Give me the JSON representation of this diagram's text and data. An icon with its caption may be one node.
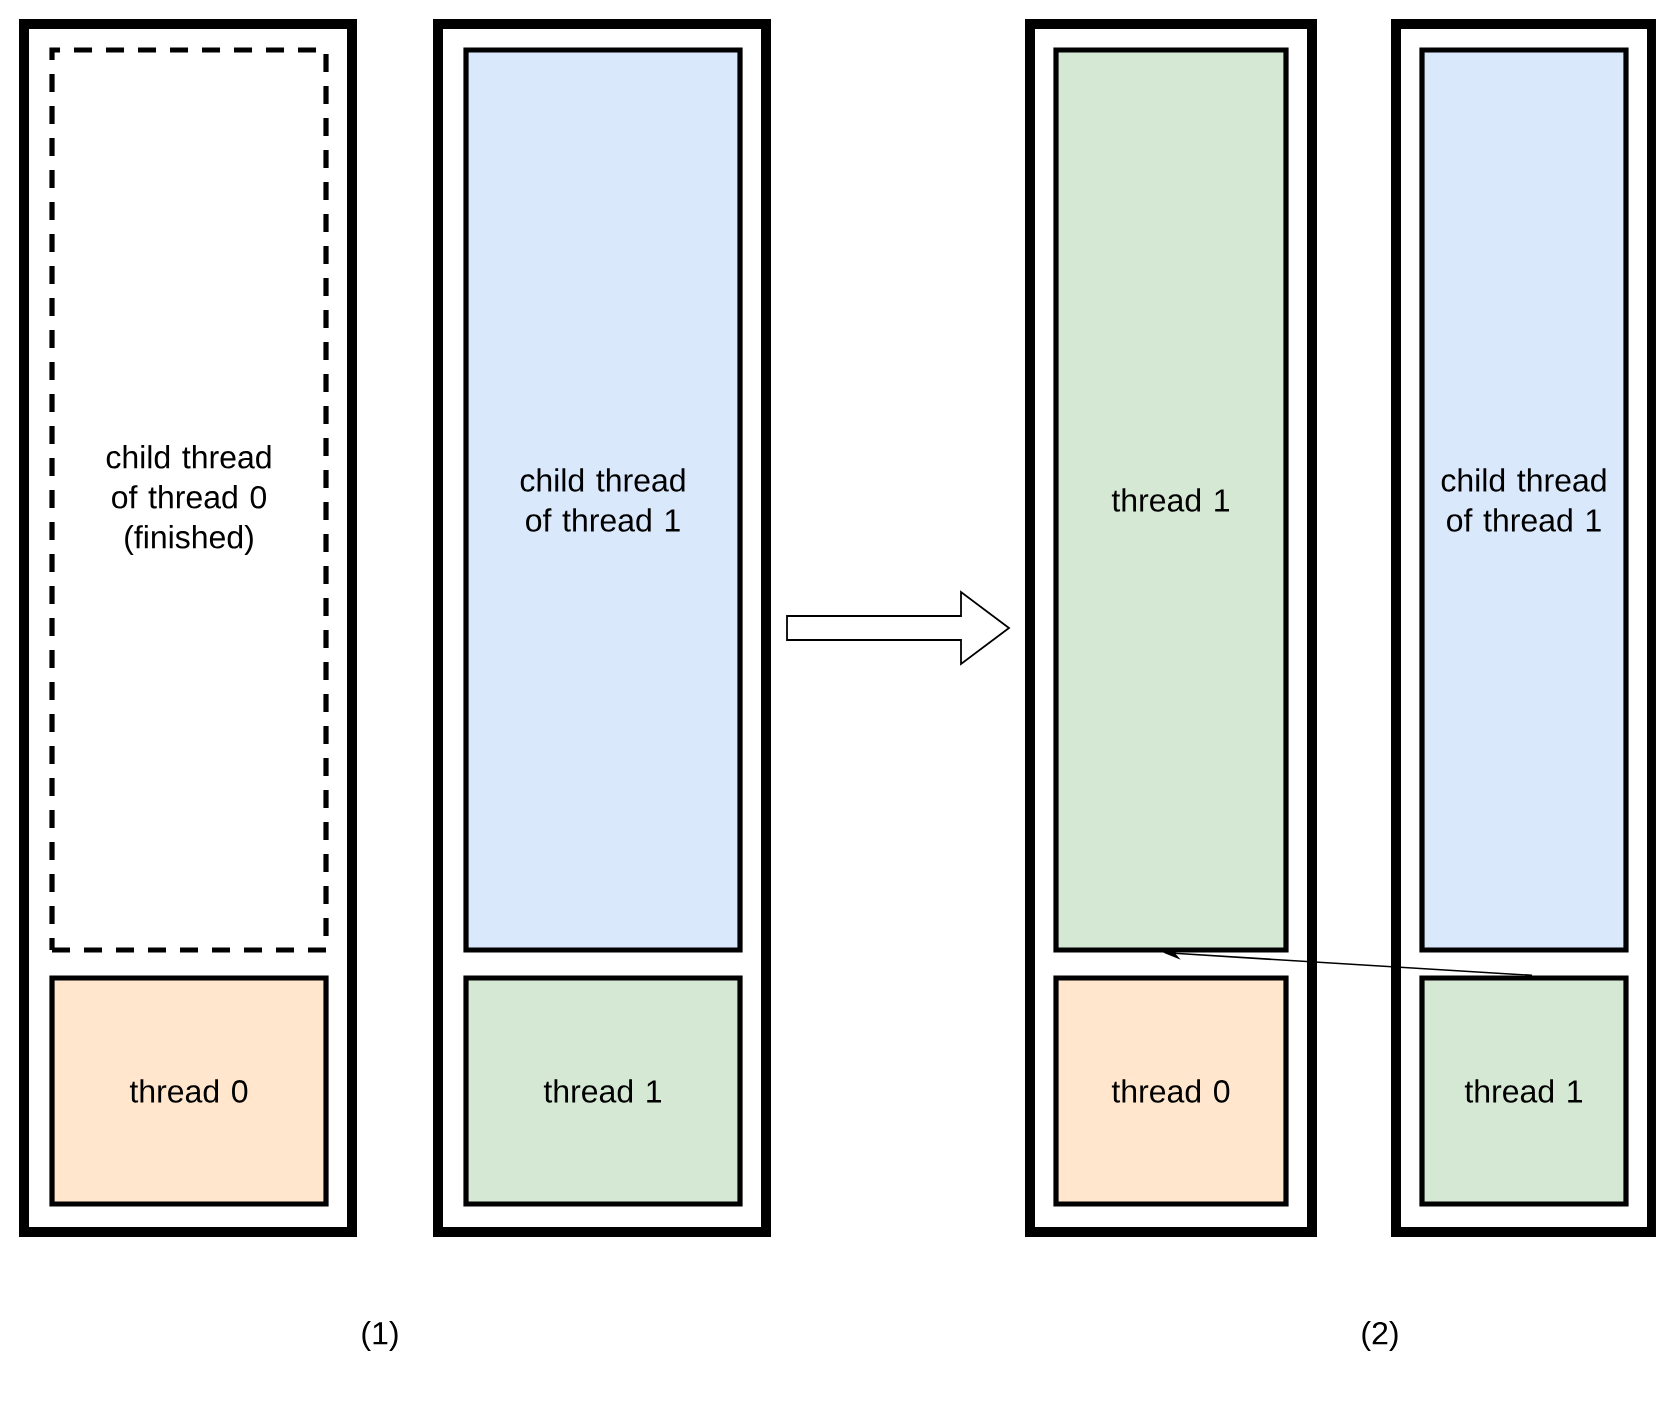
{
  "diagram": {
    "nodes": [
      {
        "text": [],
        "shape": "box"
      },
      {
        "text": [
          "child thread of thread 0 (finished)"
        ],
        "in": 0
      },
      {
        "text": [
          "thread 0"
        ],
        "in": 0
      },
      {
        "text": [],
        "shape": "box"
      },
      {
        "text": [
          "child thread of thread 1"
        ],
        "in": 3
      },
      {
        "text": [
          "thread 1"
        ],
        "in": 3
      },
      {
        "text": [],
        "shape": "box"
      },
      {
        "text": [
          "thread 1"
        ],
        "in": 6
      },
      {
        "text": [
          "thread 0"
        ],
        "in": 6
      },
      {
        "text": [],
        "shape": "box"
      },
      {
        "text": [
          "child thread of thread 1"
        ],
        "in": 9
      },
      {
        "text": [
          "thread 1"
        ],
        "in": 9
      }
    ],
    "edges": [
      {
        "from": 3,
        "to": 6,
        "arrow": "to",
        "style": "thick"
      },
      {
        "from": 11,
        "to": 7,
        "arrow": "to"
      }
    ],
    "labels": [
      "(1)",
      "(2)"
    ]
  }
}
